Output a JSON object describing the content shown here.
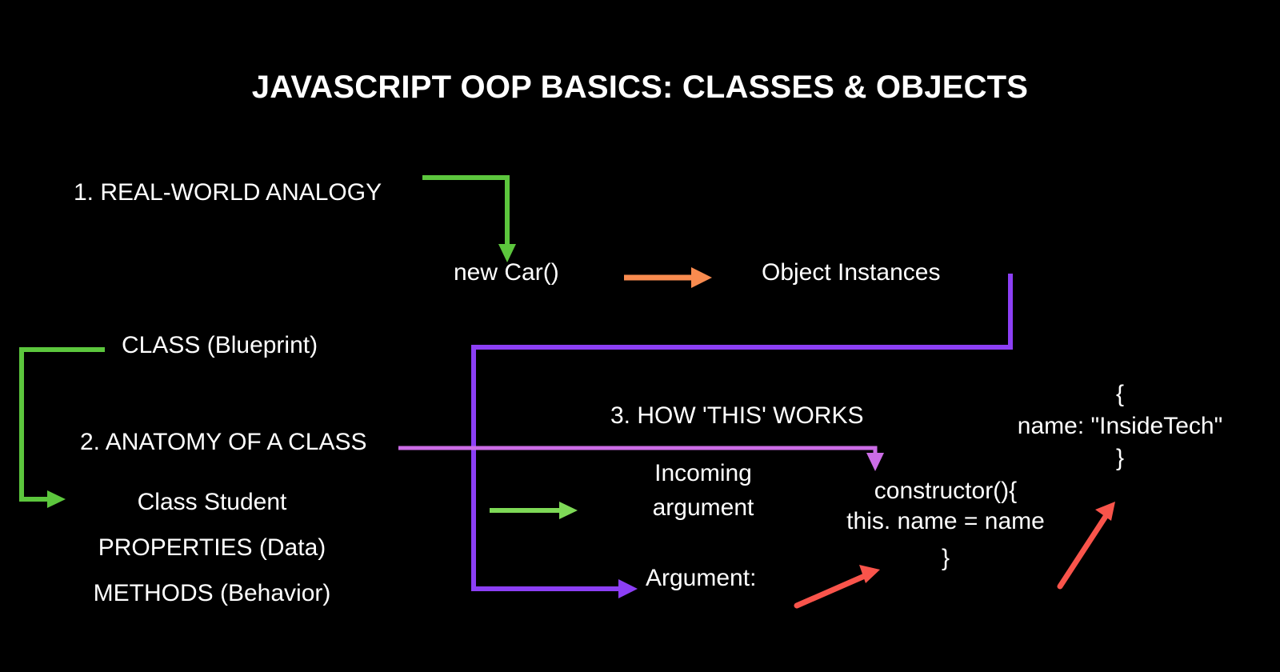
{
  "page": {
    "background_color": "#000000",
    "text_color": "#ffffff",
    "title": "JAVASCRIPT OOP BASICS: CLASSES & OBJECTS"
  },
  "colors": {
    "green": "#5cc63d",
    "green_light": "#7ed957",
    "orange": "#f98b4f",
    "purple": "#8c3ff5",
    "magenta": "#cb6ce6",
    "red": "#f9544b"
  },
  "sections": {
    "section1_heading": "1. REAL-WORLD ANALOGY",
    "section2_heading": "2. ANATOMY OF A CLASS",
    "section3_heading": "3. HOW 'THIS' WORKS"
  },
  "nodes": {
    "new_car": "new Car()",
    "object_instances": "Object Instances",
    "class_blueprint": "CLASS (Blueprint)",
    "class_student": "Class Student",
    "properties": "PROPERTIES (Data)",
    "methods": "METHODS (Behavior)",
    "incoming_argument_line1": "Incoming",
    "incoming_argument_line2": "argument",
    "argument_label": "Argument:",
    "constructor_line1": "constructor(){",
    "constructor_line2": "this. name = name",
    "constructor_line3": "}",
    "object_literal_line1": "{",
    "object_literal_line2": "name: \"InsideTech\"",
    "object_literal_line3": "}"
  }
}
